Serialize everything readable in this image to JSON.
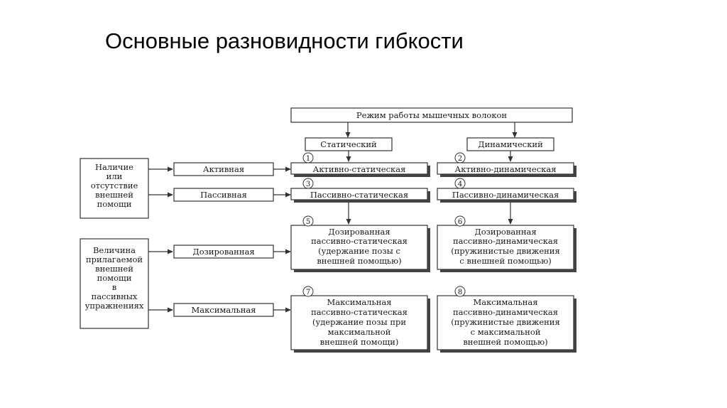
{
  "slide": {
    "title": "Основные разновидности гибкости"
  },
  "diagram": {
    "header": "Режим работы мышечных волокон",
    "mode_static": "Статический",
    "mode_dynamic": "Динамический",
    "left_group_1": [
      "Наличие",
      "или",
      "отсутствие",
      "внешней",
      "помощи"
    ],
    "left_group_2": [
      "Величина",
      "прилагаемой",
      "внешней",
      "помощи",
      "в",
      "пассивных",
      "упражнениях"
    ],
    "row_labels": {
      "active": "Активная",
      "passive": "Пассивная",
      "dosed": "Дозированная",
      "maximal": "Максимальная"
    },
    "cells": {
      "c1": {
        "num": "1",
        "lines": [
          "Активно-статическая"
        ]
      },
      "c2": {
        "num": "2",
        "lines": [
          "Активно-динамическая"
        ]
      },
      "c3": {
        "num": "3",
        "lines": [
          "Пассивно-статическая"
        ]
      },
      "c4": {
        "num": "4",
        "lines": [
          "Пассивно-динамическая"
        ]
      },
      "c5": {
        "num": "5",
        "lines": [
          "Дозированная",
          "пассивно-статическая",
          "(удержание позы с",
          "внешней помощью)"
        ]
      },
      "c6": {
        "num": "6",
        "lines": [
          "Дозированная",
          "пассивно-динамическая",
          "(пружинистые движения",
          "с внешней помощью)"
        ]
      },
      "c7": {
        "num": "7",
        "lines": [
          "Максимальная",
          "пассивно-статическая",
          "(удержание позы при",
          "максимальной",
          "внешней помощи)"
        ]
      },
      "c8": {
        "num": "8",
        "lines": [
          "Максимальная",
          "пассивно-динамическая",
          "(пружинистые движения",
          "с максимальной",
          "внешней помощью)"
        ]
      }
    }
  }
}
